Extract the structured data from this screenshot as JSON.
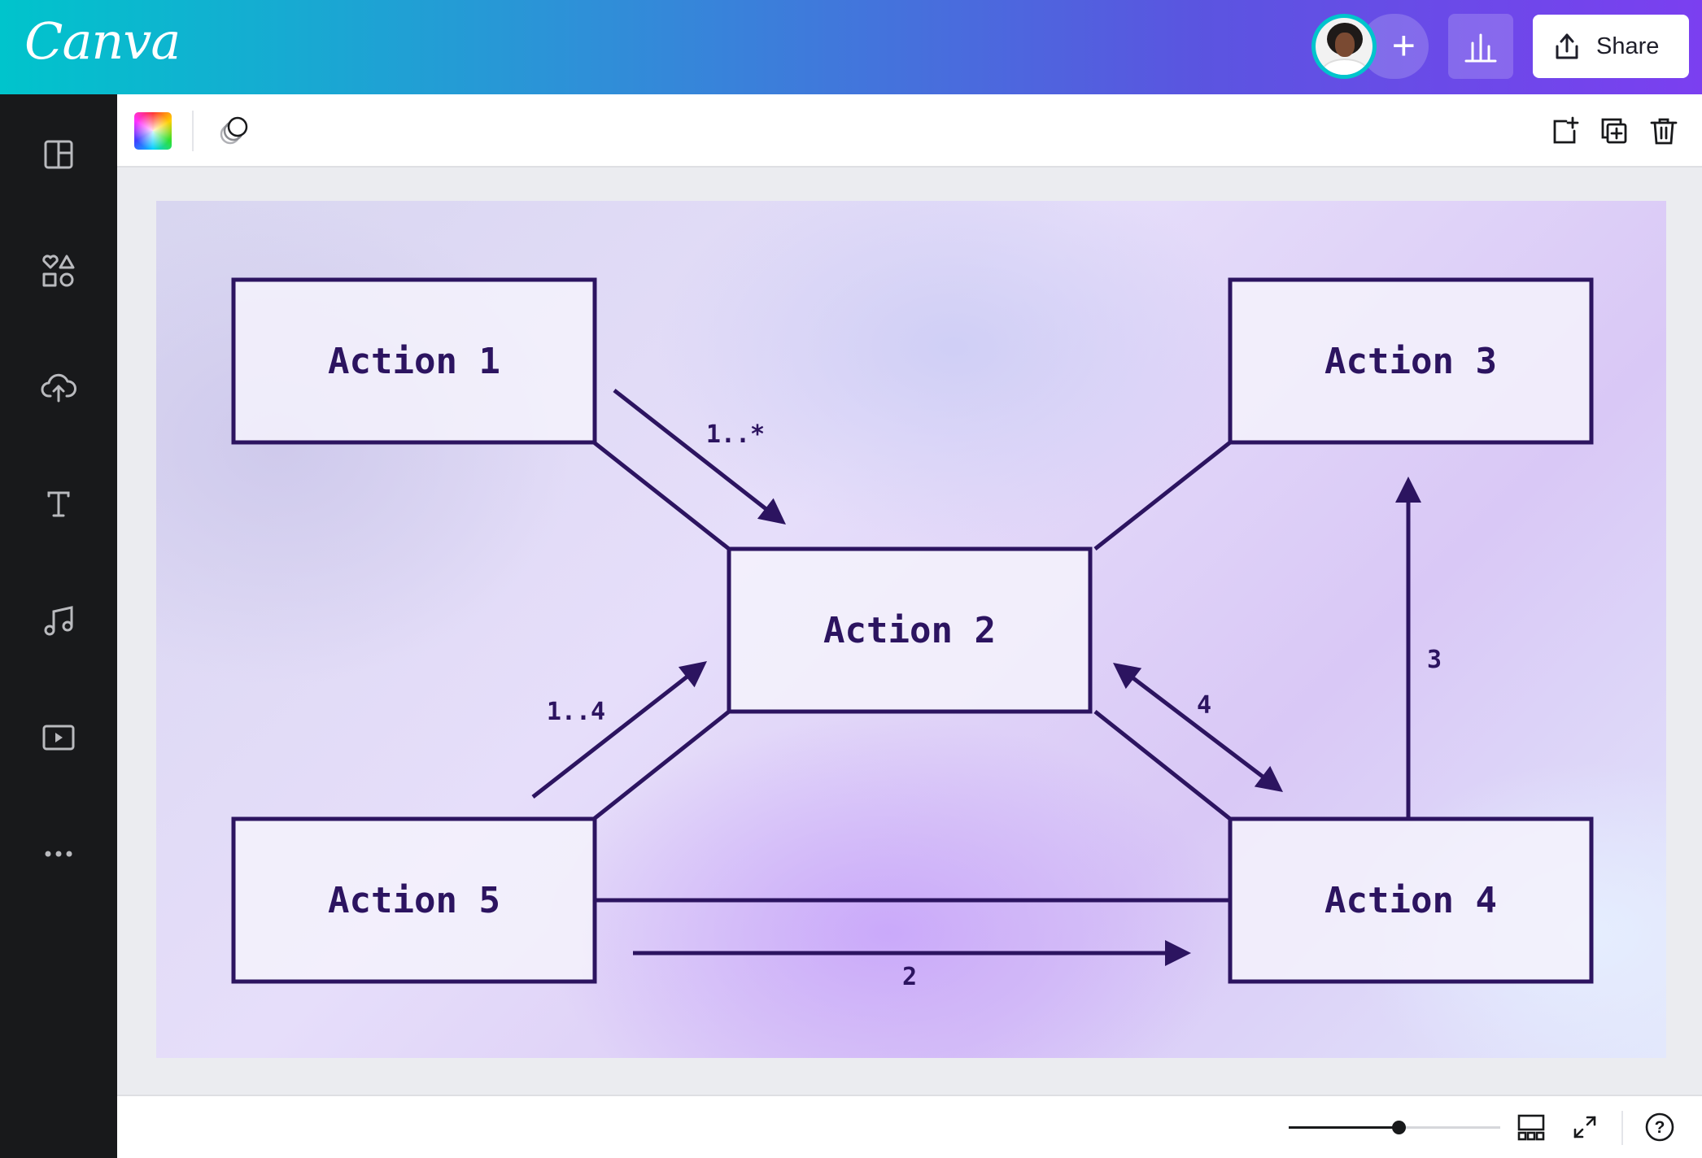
{
  "header": {
    "logo": "Canva",
    "share_label": "Share",
    "add_collaborator_label": "+"
  },
  "sidebar": {
    "items": [
      {
        "name": "design-templates",
        "icon": "layout-icon"
      },
      {
        "name": "elements",
        "icon": "shapes-icon"
      },
      {
        "name": "uploads",
        "icon": "cloud-upload-icon"
      },
      {
        "name": "text",
        "icon": "text-icon"
      },
      {
        "name": "audio",
        "icon": "music-note-icon"
      },
      {
        "name": "videos",
        "icon": "video-icon"
      },
      {
        "name": "more",
        "icon": "more-dots-icon"
      }
    ]
  },
  "toolbar": {
    "color_icon": "color-swatch-icon",
    "transparency_icon": "transparency-icon",
    "actions": [
      "add-page-icon",
      "duplicate-page-icon",
      "delete-icon"
    ]
  },
  "diagram": {
    "nodes": [
      {
        "id": "a1",
        "label": "Action 1"
      },
      {
        "id": "a2",
        "label": "Action 2"
      },
      {
        "id": "a3",
        "label": "Action 3"
      },
      {
        "id": "a4",
        "label": "Action 4"
      },
      {
        "id": "a5",
        "label": "Action 5"
      }
    ],
    "edges": [
      {
        "from": "a1",
        "to": "a2",
        "label": "1..*"
      },
      {
        "from": "a5",
        "to": "a2",
        "label": "1..4"
      },
      {
        "from": "a2",
        "to": "a4",
        "label": "4",
        "bidirectional": true
      },
      {
        "from": "a4",
        "to": "a3",
        "label": "3"
      },
      {
        "from": "a5",
        "to": "a4",
        "label": "2"
      }
    ],
    "colors": {
      "stroke": "#2c1460",
      "box_fill": "#f4f2fb"
    }
  },
  "footer": {
    "zoom_level": 0.52,
    "icons": [
      "page-grid-icon",
      "fullscreen-icon",
      "help-icon"
    ]
  },
  "colors": {
    "gradient_start": "#00c4cc",
    "gradient_end": "#7b3ff0",
    "sidebar_bg": "#18191b"
  }
}
